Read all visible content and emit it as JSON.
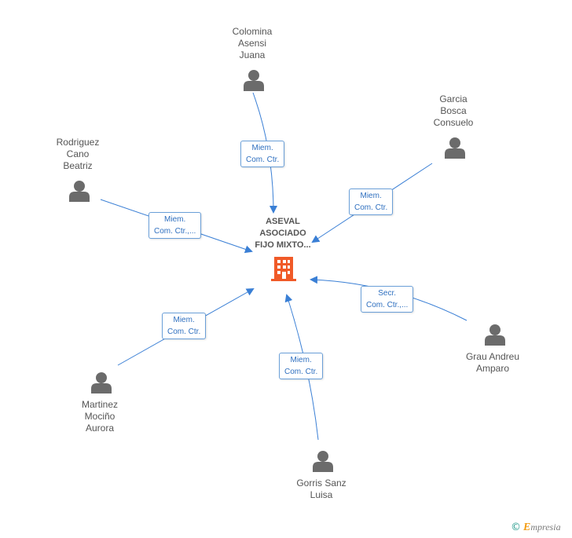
{
  "center": {
    "name_lines": [
      "ASEVAL",
      "ASOCIADO",
      "FIJO MIXTO..."
    ],
    "icon": "building-icon",
    "icon_color": "#f05a28"
  },
  "people": [
    {
      "id": "colomina",
      "name_lines": [
        "Colomina",
        "Asensi",
        "Juana"
      ],
      "role_lines": [
        "Miem.",
        "Com. Ctr."
      ]
    },
    {
      "id": "garcia",
      "name_lines": [
        "Garcia",
        "Bosca",
        "Consuelo"
      ],
      "role_lines": [
        "Miem.",
        "Com. Ctr."
      ]
    },
    {
      "id": "rodriguez",
      "name_lines": [
        "Rodriguez",
        "Cano",
        "Beatriz"
      ],
      "role_lines": [
        "Miem.",
        "Com. Ctr.,..."
      ]
    },
    {
      "id": "grau",
      "name_lines": [
        "Grau Andreu",
        "Amparo"
      ],
      "role_lines": [
        "Secr.",
        "Com. Ctr.,..."
      ]
    },
    {
      "id": "martinez",
      "name_lines": [
        "Martinez",
        "Mociño",
        "Aurora"
      ],
      "role_lines": [
        "Miem.",
        "Com. Ctr."
      ]
    },
    {
      "id": "gorris",
      "name_lines": [
        "Gorris Sanz",
        "Luisa"
      ],
      "role_lines": [
        "Miem.",
        "Com. Ctr."
      ]
    }
  ],
  "colors": {
    "edge": "#3a7fd5",
    "person_icon": "#6b6b6b",
    "label_text": "#2e6fbf",
    "label_border": "#6a9fd8"
  },
  "footer": {
    "copyright_symbol": "©",
    "brand_initial": "E",
    "brand_rest": "mpresia"
  }
}
